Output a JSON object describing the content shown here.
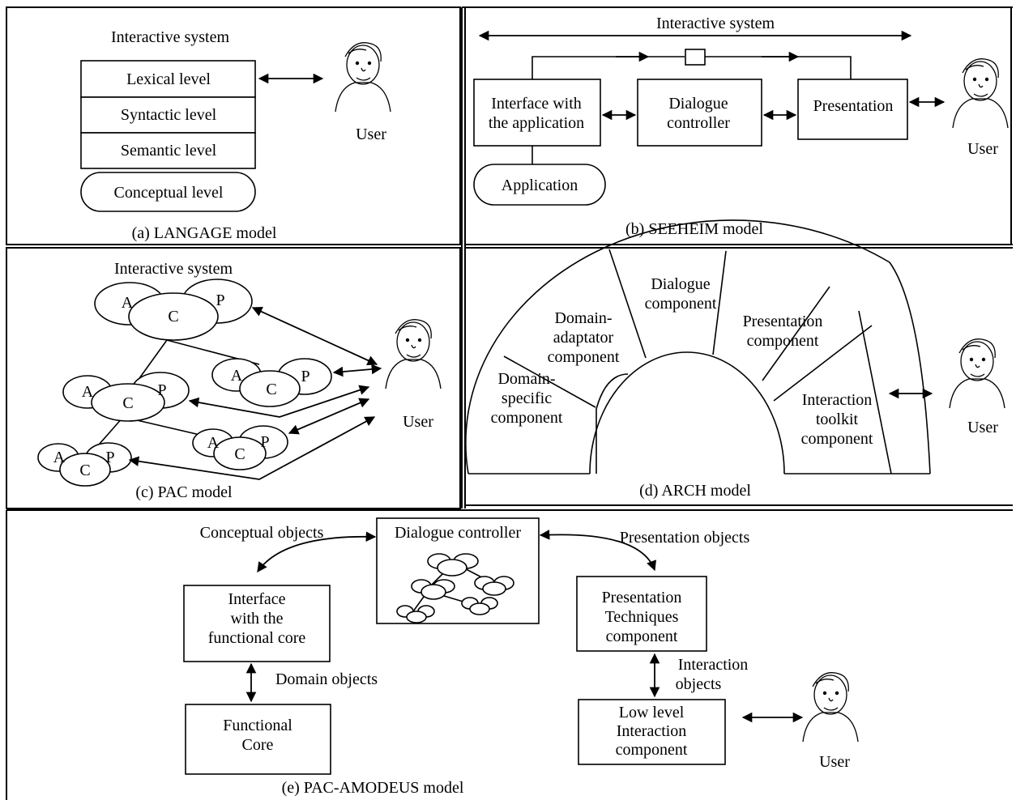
{
  "panels": {
    "language": {
      "top_label": "Interactive system",
      "levels": [
        "Lexical level",
        "Syntactic level",
        "Semantic level"
      ],
      "conceptual": "Conceptual level",
      "user": "User",
      "caption": "(a) LANGAGE model"
    },
    "seeheim": {
      "top_label": "Interactive system",
      "interface": [
        "Interface with",
        "the application"
      ],
      "dialogue": [
        "Dialogue",
        "controller"
      ],
      "presentation": "Presentation",
      "application": "Application",
      "user": "User",
      "caption": "(b) SEEHEIM model"
    },
    "pac": {
      "top_label": "Interactive system",
      "agent_letters": {
        "a": "A",
        "c": "C",
        "p": "P"
      },
      "user": "User",
      "caption": "(c) PAC model"
    },
    "arch": {
      "segments": {
        "domain_specific": [
          "Domain-",
          "specific",
          "component"
        ],
        "domain_adaptor": [
          "Domain-",
          "adaptator",
          "component"
        ],
        "dialogue": [
          "Dialogue",
          "component"
        ],
        "presentation": [
          "Presentation",
          "component"
        ],
        "interaction": [
          "Interaction",
          "toolkit",
          "component"
        ]
      },
      "user": "User",
      "caption": "(d) ARCH model"
    },
    "pac_amodeus": {
      "conceptual_objects": "Conceptual objects",
      "dialogue_controller": "Dialogue controller",
      "presentation_objects": "Presentation objects",
      "interface": [
        "Interface",
        "with the",
        "functional core"
      ],
      "domain_objects": "Domain objects",
      "functional_core": [
        "Functional",
        "Core"
      ],
      "presentation_techniques": [
        "Presentation",
        "Techniques",
        "component"
      ],
      "interaction_objects": [
        "Interaction",
        "objects"
      ],
      "low_level": [
        "Low level",
        "Interaction",
        "component"
      ],
      "user": "User",
      "caption": "(e) PAC-AMODEUS model"
    }
  }
}
